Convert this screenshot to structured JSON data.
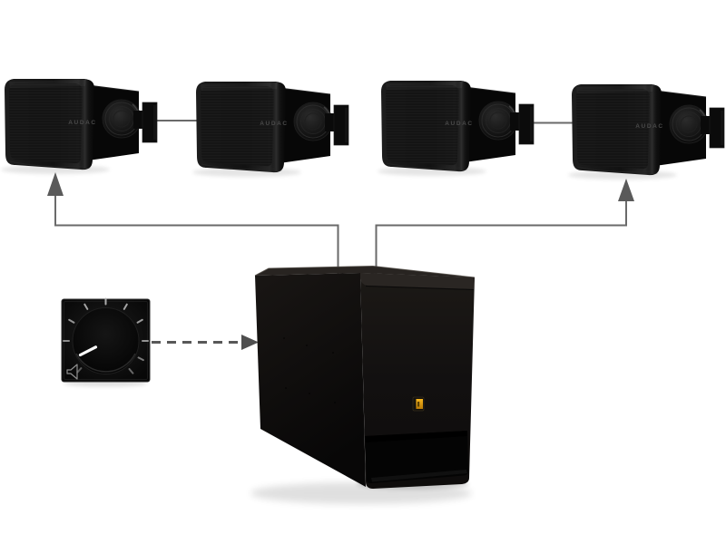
{
  "diagram": {
    "background_color": "#ffffff",
    "components": {
      "speakers": [
        {
          "name": "wall-speaker-1",
          "brand_label": "AUDAC"
        },
        {
          "name": "wall-speaker-2",
          "brand_label": "AUDAC"
        },
        {
          "name": "wall-speaker-3",
          "brand_label": "AUDAC"
        },
        {
          "name": "wall-speaker-4",
          "brand_label": "AUDAC"
        }
      ],
      "subwoofer": {
        "name": "subwoofer",
        "badge_color": "#e8a317",
        "body_color": "#0d0c0b"
      },
      "volume_controller": {
        "name": "volume-controller",
        "panel_color": "#0b0b0b",
        "indicator_color": "#fafafa",
        "tick_color": "#b5b5b5",
        "corner_icon": "speaker-horn-icon"
      }
    },
    "connections": {
      "solid_line_color": "#6a6a6a",
      "dashed_line_color": "#585858",
      "arrow_color": "#5a5a5a",
      "links": [
        {
          "from": "subwoofer",
          "to": "wall-speaker-1",
          "style": "solid",
          "arrow": "up"
        },
        {
          "from": "subwoofer",
          "to": "wall-speaker-4",
          "style": "solid",
          "arrow": "up"
        },
        {
          "from": "wall-speaker-1",
          "to": "wall-speaker-2",
          "style": "solid",
          "arrow": "none"
        },
        {
          "from": "wall-speaker-3",
          "to": "wall-speaker-4",
          "style": "solid",
          "arrow": "none"
        },
        {
          "from": "volume-controller",
          "to": "subwoofer",
          "style": "dashed",
          "arrow": "right"
        }
      ]
    }
  }
}
